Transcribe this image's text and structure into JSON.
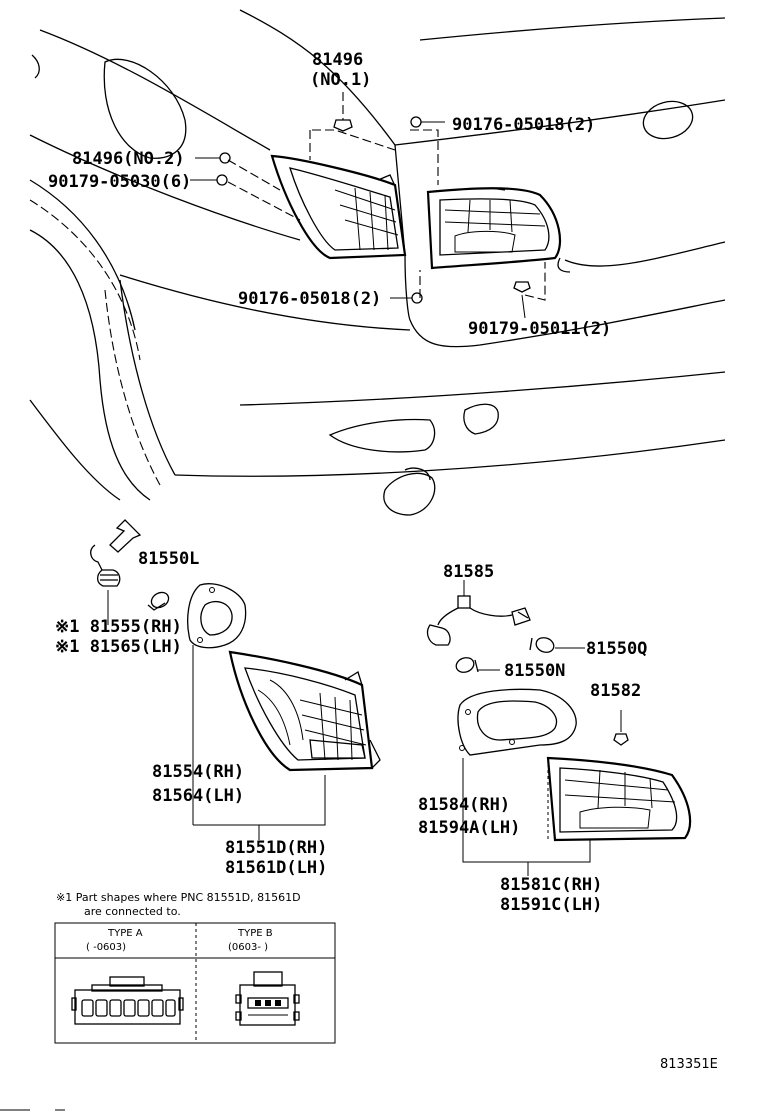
{
  "labels": {
    "p81496": "81496",
    "p81496_no1": "(NO.1)",
    "p81496_no2": "81496(NO.2)",
    "p90179_05030": "90179-05030(6)",
    "p90176_05018_top": "90176-05018(2)",
    "p90176_05018_mid": "90176-05018(2)",
    "p90179_05011": "90179-05011(2)",
    "p81550L": "81550L",
    "p81555": "※1 81555(RH)",
    "p81565": "※1 81565(LH)",
    "p81554": "81554(RH)",
    "p81564": "81564(LH)",
    "p81551D": "81551D(RH)",
    "p81561D": "81561D(LH)",
    "p81585": "81585",
    "p81550Q": "81550Q",
    "p81550N": "81550N",
    "p81582": "81582",
    "p81584": "81584(RH)",
    "p81594A": "81594A(LH)",
    "p81581C": "81581C(RH)",
    "p81591C": "81591C(LH)"
  },
  "note": {
    "line1": "※1  Part shapes where PNC 81551D, 81561D",
    "line2": "are connected to.",
    "type_a": "TYPE A",
    "type_a_range": "(       -0603)",
    "type_b": "TYPE B",
    "type_b_range": "(0603-        )"
  },
  "diagram_code": "813351E"
}
